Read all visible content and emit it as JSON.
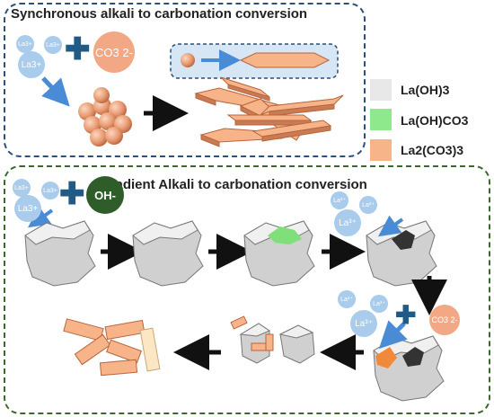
{
  "top": {
    "title": "Synchronous alkali to carbonation conversion",
    "ions": [
      "La3+",
      "La3+",
      "La3+"
    ],
    "carbonate": "CO3 2-"
  },
  "legend": {
    "items": [
      {
        "label": "La(OH)3",
        "color": "#e8e8e8"
      },
      {
        "label": "La(OH)CO3",
        "color": "#8ee88c"
      },
      {
        "label": "La2(CO3)3",
        "color": "#f6b488"
      }
    ]
  },
  "bottom": {
    "title": "Gradient Alkali to carbonation conversion",
    "ions": [
      "La3+",
      "La3+",
      "La3+"
    ],
    "hydroxide": "OH-",
    "carbonate": "CO3 2-"
  },
  "colors": {
    "ion": "#a9cbec",
    "carbonate": "#f2a884",
    "hydroxide": "#2f5d2a",
    "arrow_blue": "#4a8bd6",
    "arrow_black": "#111111",
    "top_border": "#2c4f7c",
    "bottom_border": "#3a6a2a"
  }
}
